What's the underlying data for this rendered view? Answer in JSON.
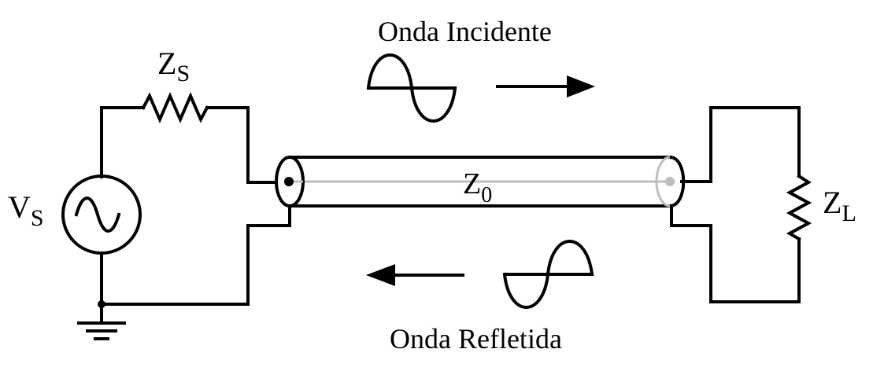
{
  "labels": {
    "incident_wave": "Onda Incidente",
    "reflected_wave": "Onda Refletida",
    "source_impedance": {
      "main": "Z",
      "sub": "S"
    },
    "source_voltage": {
      "main": "V",
      "sub": "S"
    },
    "line_impedance": {
      "main": "Z",
      "sub": "0"
    },
    "load_impedance": {
      "main": "Z",
      "sub": "L"
    }
  },
  "colors": {
    "stroke": "#000000",
    "line_core": "#bdbdbd",
    "background": "#ffffff"
  },
  "icons": {
    "source": "ac-source-icon",
    "ground": "ground-icon",
    "resistor": "resistor-icon",
    "arrow": "arrow-icon",
    "wave": "sine-wave-icon"
  }
}
